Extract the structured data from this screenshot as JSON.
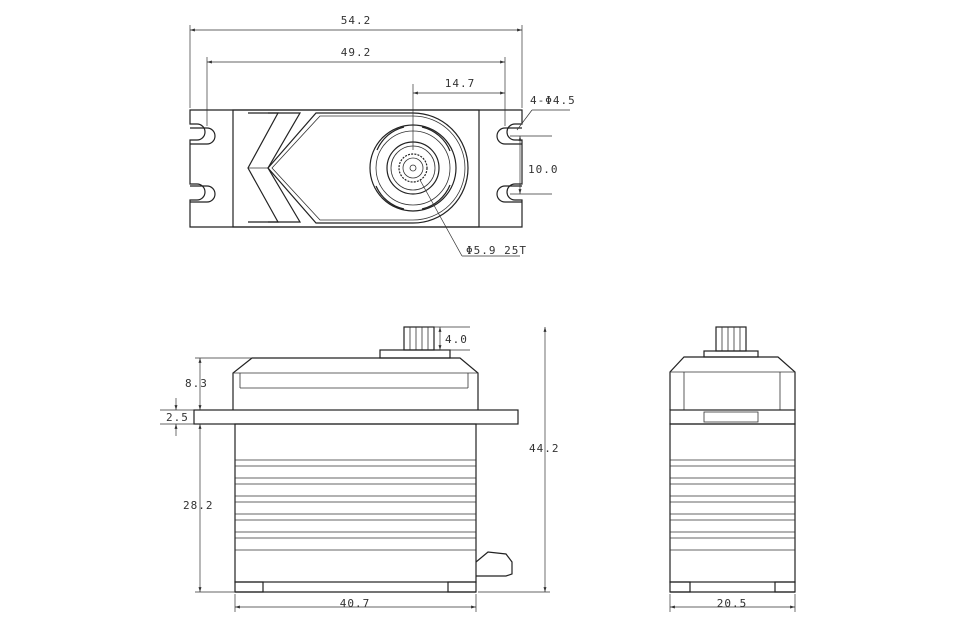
{
  "top_view": {
    "overall_width": "54.2",
    "mount_hole_spacing": "49.2",
    "output_shaft_offset": "14.7",
    "mount_hole_spec": "4-Φ4.5",
    "hole_pitch": "10.0",
    "spline_spec": "Φ5.9 25T"
  },
  "front_view": {
    "spline_height": "4.0",
    "top_height": "8.3",
    "flange_thickness": "2.5",
    "body_height": "28.2",
    "overall_height": "44.2",
    "body_length": "40.7"
  },
  "side_view": {
    "width": "20.5"
  }
}
